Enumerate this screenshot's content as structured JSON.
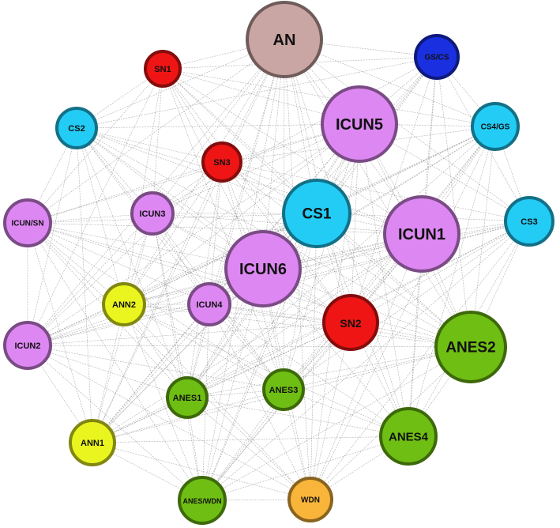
{
  "colors": {
    "pink": "#dd88f2",
    "cyan": "#22ccf5",
    "red": "#f01515",
    "green": "#6fbe13",
    "yellow": "#eaf51f",
    "orange": "#f9b539",
    "blue": "#1a2fe0",
    "taupe": "#c9a6a3",
    "edge": "#8a8a8a"
  },
  "nodes": [
    {
      "id": "AN",
      "label": "AN",
      "color": "taupe"
    },
    {
      "id": "SN1",
      "label": "SN1",
      "color": "red"
    },
    {
      "id": "GS/CS",
      "label": "GS/CS",
      "color": "blue"
    },
    {
      "id": "CS2",
      "label": "CS2",
      "color": "cyan"
    },
    {
      "id": "ICUN5",
      "label": "ICUN5",
      "color": "pink"
    },
    {
      "id": "CS4/GS",
      "label": "CS4/GS",
      "color": "cyan"
    },
    {
      "id": "SN3",
      "label": "SN3",
      "color": "red"
    },
    {
      "id": "ICUN3",
      "label": "ICUN3",
      "color": "pink"
    },
    {
      "id": "CS1",
      "label": "CS1",
      "color": "cyan"
    },
    {
      "id": "ICUN1",
      "label": "ICUN1",
      "color": "pink"
    },
    {
      "id": "CS3",
      "label": "CS3",
      "color": "cyan"
    },
    {
      "id": "ICUN/SN",
      "label": "ICUN/SN",
      "color": "pink"
    },
    {
      "id": "ICUN6",
      "label": "ICUN6",
      "color": "pink"
    },
    {
      "id": "ANN2",
      "label": "ANN2",
      "color": "yellow"
    },
    {
      "id": "ICUN4",
      "label": "ICUN4",
      "color": "pink"
    },
    {
      "id": "SN2",
      "label": "SN2",
      "color": "red"
    },
    {
      "id": "ANES2",
      "label": "ANES2",
      "color": "green"
    },
    {
      "id": "ICUN2",
      "label": "ICUN2",
      "color": "pink"
    },
    {
      "id": "ANES1",
      "label": "ANES1",
      "color": "green"
    },
    {
      "id": "ANES3",
      "label": "ANES3",
      "color": "green"
    },
    {
      "id": "ANES4",
      "label": "ANES4",
      "color": "green"
    },
    {
      "id": "ANN1",
      "label": "ANN1",
      "color": "yellow"
    },
    {
      "id": "ANES/WDN",
      "label": "ANES/WDN",
      "color": "green"
    },
    {
      "id": "WDN",
      "label": "WDN",
      "color": "orange"
    }
  ],
  "edges": [
    [
      "AN",
      "SN1"
    ],
    [
      "AN",
      "GS/CS"
    ],
    [
      "AN",
      "CS2"
    ],
    [
      "AN",
      "ICUN5"
    ],
    [
      "AN",
      "CS4/GS"
    ],
    [
      "AN",
      "SN3"
    ],
    [
      "AN",
      "ICUN3"
    ],
    [
      "AN",
      "CS1"
    ],
    [
      "AN",
      "ICUN1"
    ],
    [
      "AN",
      "CS3"
    ],
    [
      "AN",
      "ICUN/SN"
    ],
    [
      "AN",
      "ICUN6"
    ],
    [
      "AN",
      "ANN2"
    ],
    [
      "AN",
      "ICUN4"
    ],
    [
      "AN",
      "SN2"
    ],
    [
      "AN",
      "ANES2"
    ],
    [
      "AN",
      "ICUN2"
    ],
    [
      "AN",
      "ANES1"
    ],
    [
      "AN",
      "ANES3"
    ],
    [
      "AN",
      "ANES4"
    ],
    [
      "AN",
      "ANN1"
    ],
    [
      "AN",
      "ANES/WDN"
    ],
    [
      "AN",
      "WDN"
    ],
    [
      "SN1",
      "CS2"
    ],
    [
      "SN1",
      "ICUN5"
    ],
    [
      "SN1",
      "SN3"
    ],
    [
      "SN1",
      "ICUN3"
    ],
    [
      "SN1",
      "CS1"
    ],
    [
      "SN1",
      "ICUN1"
    ],
    [
      "SN1",
      "ICUN6"
    ],
    [
      "SN1",
      "ICUN/SN"
    ],
    [
      "SN1",
      "ANN2"
    ],
    [
      "SN1",
      "SN2"
    ],
    [
      "SN1",
      "ANES2"
    ],
    [
      "SN1",
      "ANES3"
    ],
    [
      "SN1",
      "ICUN2"
    ],
    [
      "SN1",
      "GS/CS"
    ],
    [
      "SN1",
      "CS4/GS"
    ],
    [
      "GS/CS",
      "ICUN5"
    ],
    [
      "GS/CS",
      "CS4/GS"
    ],
    [
      "GS/CS",
      "CS1"
    ],
    [
      "GS/CS",
      "ICUN1"
    ],
    [
      "GS/CS",
      "CS3"
    ],
    [
      "GS/CS",
      "ICUN6"
    ],
    [
      "GS/CS",
      "SN2"
    ],
    [
      "GS/CS",
      "ANES2"
    ],
    [
      "GS/CS",
      "ICUN3"
    ],
    [
      "GS/CS",
      "CS2"
    ],
    [
      "GS/CS",
      "ANES4"
    ],
    [
      "GS/CS",
      "ANES1"
    ],
    [
      "GS/CS",
      "ANN1"
    ],
    [
      "CS2",
      "ICUN/SN"
    ],
    [
      "CS2",
      "ICUN3"
    ],
    [
      "CS2",
      "SN3"
    ],
    [
      "CS2",
      "ICUN6"
    ],
    [
      "CS2",
      "CS1"
    ],
    [
      "CS2",
      "ICUN1"
    ],
    [
      "CS2",
      "ICUN2"
    ],
    [
      "CS2",
      "ANN2"
    ],
    [
      "CS2",
      "ICUN4"
    ],
    [
      "CS2",
      "SN2"
    ],
    [
      "CS2",
      "ANES1"
    ],
    [
      "CS2",
      "ANN1"
    ],
    [
      "CS2",
      "ANES2"
    ],
    [
      "CS2",
      "ICUN5"
    ],
    [
      "CS2",
      "ANES3"
    ],
    [
      "ICUN5",
      "CS4/GS"
    ],
    [
      "ICUN5",
      "SN3"
    ],
    [
      "ICUN5",
      "CS1"
    ],
    [
      "ICUN5",
      "ICUN1"
    ],
    [
      "ICUN5",
      "CS3"
    ],
    [
      "ICUN5",
      "ICUN6"
    ],
    [
      "ICUN5",
      "SN2"
    ],
    [
      "ICUN5",
      "ANES2"
    ],
    [
      "ICUN5",
      "ICUN3"
    ],
    [
      "ICUN5",
      "ICUN/SN"
    ],
    [
      "ICUN5",
      "ANN2"
    ],
    [
      "ICUN5",
      "ICUN4"
    ],
    [
      "ICUN5",
      "ANES1"
    ],
    [
      "ICUN5",
      "ANES3"
    ],
    [
      "ICUN5",
      "ANES4"
    ],
    [
      "ICUN5",
      "WDN"
    ],
    [
      "ICUN5",
      "ICUN2"
    ],
    [
      "ICUN5",
      "ANN1"
    ],
    [
      "ICUN5",
      "ANES/WDN"
    ],
    [
      "CS4/GS",
      "CS3"
    ],
    [
      "CS4/GS",
      "ICUN1"
    ],
    [
      "CS4/GS",
      "CS1"
    ],
    [
      "CS4/GS",
      "ANES2"
    ],
    [
      "CS4/GS",
      "SN2"
    ],
    [
      "CS4/GS",
      "ANES4"
    ],
    [
      "CS4/GS",
      "ICUN6"
    ],
    [
      "CS4/GS",
      "ICUN4"
    ],
    [
      "CS4/GS",
      "ANES3"
    ],
    [
      "CS4/GS",
      "WDN"
    ],
    [
      "CS4/GS",
      "ANES1"
    ],
    [
      "CS4/GS",
      "ANN2"
    ],
    [
      "CS4/GS",
      "ICUN2"
    ],
    [
      "CS4/GS",
      "ANES/WDN"
    ],
    [
      "CS4/GS",
      "SN3"
    ],
    [
      "SN3",
      "ICUN3"
    ],
    [
      "SN3",
      "CS1"
    ],
    [
      "SN3",
      "ICUN6"
    ],
    [
      "SN3",
      "ICUN1"
    ],
    [
      "SN3",
      "ICUN/SN"
    ],
    [
      "SN3",
      "ANN2"
    ],
    [
      "SN3",
      "ICUN4"
    ],
    [
      "SN3",
      "SN2"
    ],
    [
      "SN3",
      "ANES2"
    ],
    [
      "SN3",
      "ICUN2"
    ],
    [
      "SN3",
      "ANES1"
    ],
    [
      "SN3",
      "ANES3"
    ],
    [
      "SN3",
      "ANN1"
    ],
    [
      "SN3",
      "CS3"
    ],
    [
      "ICUN3",
      "ICUN/SN"
    ],
    [
      "ICUN3",
      "ICUN6"
    ],
    [
      "ICUN3",
      "CS1"
    ],
    [
      "ICUN3",
      "ANN2"
    ],
    [
      "ICUN3",
      "ICUN4"
    ],
    [
      "ICUN3",
      "ICUN2"
    ],
    [
      "ICUN3",
      "SN2"
    ],
    [
      "ICUN3",
      "ANES1"
    ],
    [
      "ICUN3",
      "ANN1"
    ],
    [
      "ICUN3",
      "ANES3"
    ],
    [
      "ICUN3",
      "ICUN1"
    ],
    [
      "ICUN3",
      "ANES/WDN"
    ],
    [
      "CS1",
      "ICUN1"
    ],
    [
      "CS1",
      "CS3"
    ],
    [
      "CS1",
      "ICUN6"
    ],
    [
      "CS1",
      "SN2"
    ],
    [
      "CS1",
      "ANES2"
    ],
    [
      "CS1",
      "ICUN4"
    ],
    [
      "CS1",
      "ANN2"
    ],
    [
      "CS1",
      "ICUN/SN"
    ],
    [
      "CS1",
      "ANES3"
    ],
    [
      "CS1",
      "ANES1"
    ],
    [
      "CS1",
      "ANES4"
    ],
    [
      "CS1",
      "ICUN2"
    ],
    [
      "CS1",
      "ANN1"
    ],
    [
      "CS1",
      "WDN"
    ],
    [
      "CS1",
      "ANES/WDN"
    ],
    [
      "ICUN1",
      "CS3"
    ],
    [
      "ICUN1",
      "ICUN6"
    ],
    [
      "ICUN1",
      "SN2"
    ],
    [
      "ICUN1",
      "ANES2"
    ],
    [
      "ICUN1",
      "ANES4"
    ],
    [
      "ICUN1",
      "ANES3"
    ],
    [
      "ICUN1",
      "ICUN4"
    ],
    [
      "ICUN1",
      "ANES1"
    ],
    [
      "ICUN1",
      "WDN"
    ],
    [
      "ICUN1",
      "ANN2"
    ],
    [
      "ICUN1",
      "ICUN/SN"
    ],
    [
      "ICUN1",
      "ICUN2"
    ],
    [
      "ICUN1",
      "ANN1"
    ],
    [
      "ICUN1",
      "ANES/WDN"
    ],
    [
      "CS3",
      "ANES2"
    ],
    [
      "CS3",
      "SN2"
    ],
    [
      "CS3",
      "ANES4"
    ],
    [
      "CS3",
      "ICUN6"
    ],
    [
      "CS3",
      "ANES3"
    ],
    [
      "CS3",
      "WDN"
    ],
    [
      "CS3",
      "ICUN4"
    ],
    [
      "CS3",
      "ANES1"
    ],
    [
      "CS3",
      "ANN2"
    ],
    [
      "CS3",
      "ICUN2"
    ],
    [
      "CS3",
      "ANES/WDN"
    ],
    [
      "CS3",
      "ANN1"
    ],
    [
      "ICUN/SN",
      "ICUN2"
    ],
    [
      "ICUN/SN",
      "ANN2"
    ],
    [
      "ICUN/SN",
      "ICUN6"
    ],
    [
      "ICUN/SN",
      "ICUN4"
    ],
    [
      "ICUN/SN",
      "ANN1"
    ],
    [
      "ICUN/SN",
      "ANES1"
    ],
    [
      "ICUN/SN",
      "SN2"
    ],
    [
      "ICUN/SN",
      "ANES3"
    ],
    [
      "ICUN/SN",
      "ANES/WDN"
    ],
    [
      "ICUN/SN",
      "ANES2"
    ],
    [
      "ICUN/SN",
      "WDN"
    ],
    [
      "ICUN6",
      "ANN2"
    ],
    [
      "ICUN6",
      "ICUN4"
    ],
    [
      "ICUN6",
      "SN2"
    ],
    [
      "ICUN6",
      "ANES2"
    ],
    [
      "ICUN6",
      "ICUN2"
    ],
    [
      "ICUN6",
      "ANES1"
    ],
    [
      "ICUN6",
      "ANES3"
    ],
    [
      "ICUN6",
      "ANES4"
    ],
    [
      "ICUN6",
      "ANN1"
    ],
    [
      "ICUN6",
      "ANES/WDN"
    ],
    [
      "ICUN6",
      "WDN"
    ],
    [
      "ANN2",
      "ICUN4"
    ],
    [
      "ANN2",
      "ICUN2"
    ],
    [
      "ANN2",
      "ANES1"
    ],
    [
      "ANN2",
      "ANN1"
    ],
    [
      "ANN2",
      "ANES3"
    ],
    [
      "ANN2",
      "SN2"
    ],
    [
      "ANN2",
      "ANES/WDN"
    ],
    [
      "ANN2",
      "WDN"
    ],
    [
      "ANN2",
      "ANES2"
    ],
    [
      "ANN2",
      "ANES4"
    ],
    [
      "ICUN4",
      "SN2"
    ],
    [
      "ICUN4",
      "ICUN2"
    ],
    [
      "ICUN4",
      "ANES1"
    ],
    [
      "ICUN4",
      "ANES3"
    ],
    [
      "ICUN4",
      "ANN1"
    ],
    [
      "ICUN4",
      "ANES/WDN"
    ],
    [
      "ICUN4",
      "WDN"
    ],
    [
      "ICUN4",
      "ANES2"
    ],
    [
      "ICUN4",
      "ANES4"
    ],
    [
      "SN2",
      "ANES2"
    ],
    [
      "SN2",
      "ANES3"
    ],
    [
      "SN2",
      "ANES4"
    ],
    [
      "SN2",
      "ANES1"
    ],
    [
      "SN2",
      "WDN"
    ],
    [
      "SN2",
      "ANES/WDN"
    ],
    [
      "SN2",
      "ANN1"
    ],
    [
      "SN2",
      "ICUN2"
    ],
    [
      "ANES2",
      "ANES4"
    ],
    [
      "ANES2",
      "ANES3"
    ],
    [
      "ANES2",
      "WDN"
    ],
    [
      "ANES2",
      "ANES/WDN"
    ],
    [
      "ANES2",
      "ANES1"
    ],
    [
      "ANES2",
      "ANN1"
    ],
    [
      "ANES2",
      "ICUN2"
    ],
    [
      "ICUN2",
      "ANN1"
    ],
    [
      "ICUN2",
      "ANES1"
    ],
    [
      "ICUN2",
      "ANES/WDN"
    ],
    [
      "ICUN2",
      "ANES3"
    ],
    [
      "ICUN2",
      "WDN"
    ],
    [
      "ANES1",
      "ANES3"
    ],
    [
      "ANES1",
      "ANN1"
    ],
    [
      "ANES1",
      "ANES/WDN"
    ],
    [
      "ANES1",
      "WDN"
    ],
    [
      "ANES1",
      "ANES4"
    ],
    [
      "ANES3",
      "ANES4"
    ],
    [
      "ANES3",
      "WDN"
    ],
    [
      "ANES3",
      "ANES/WDN"
    ],
    [
      "ANES3",
      "ANN1"
    ],
    [
      "ANES4",
      "WDN"
    ],
    [
      "ANES4",
      "ANES/WDN"
    ],
    [
      "ANES4",
      "ANN1"
    ],
    [
      "ANN1",
      "ANES/WDN"
    ],
    [
      "ANN1",
      "WDN"
    ],
    [
      "ANES/WDN",
      "WDN"
    ]
  ]
}
